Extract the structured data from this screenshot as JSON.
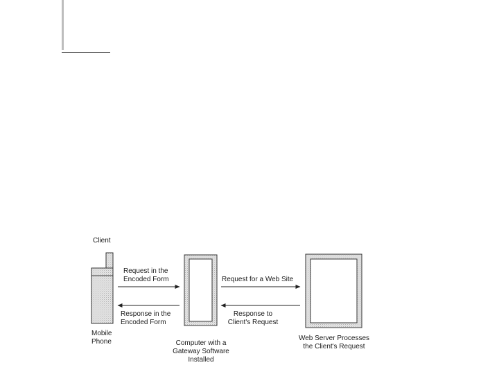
{
  "diagram": {
    "client_label": "Client",
    "phone_label": [
      "Mobile",
      "Phone"
    ],
    "gateway_label": [
      "Computer with a",
      "Gateway Software",
      "Installed"
    ],
    "server_label": [
      "Web Server Processes",
      "the Client's Request"
    ],
    "arrow_request_encoded": [
      "Request in the",
      "Encoded Form"
    ],
    "arrow_response_encoded": [
      "Response in the",
      "Encoded Form"
    ],
    "arrow_request_site": "Request for a Web Site",
    "arrow_response_client": [
      "Response to",
      "Client's Request"
    ]
  }
}
